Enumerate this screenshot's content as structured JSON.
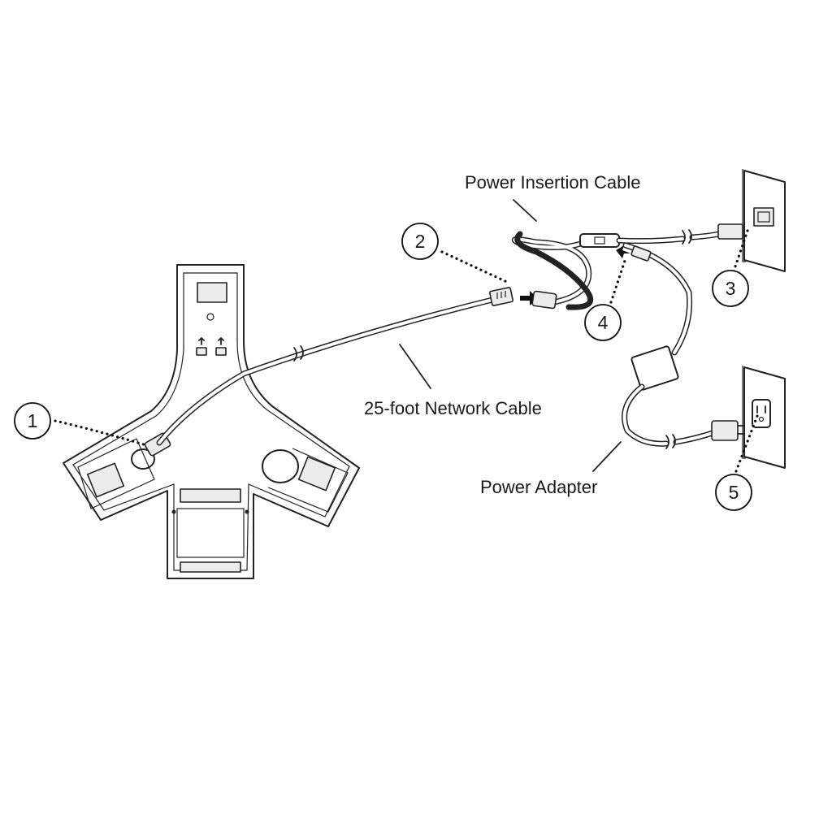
{
  "labels": {
    "power_insertion_cable": "Power Insertion Cable",
    "network_cable": "25-foot Network Cable",
    "power_adapter": "Power Adapter"
  },
  "callouts": {
    "c1": "1",
    "c2": "2",
    "c3": "3",
    "c4": "4",
    "c5": "5"
  }
}
